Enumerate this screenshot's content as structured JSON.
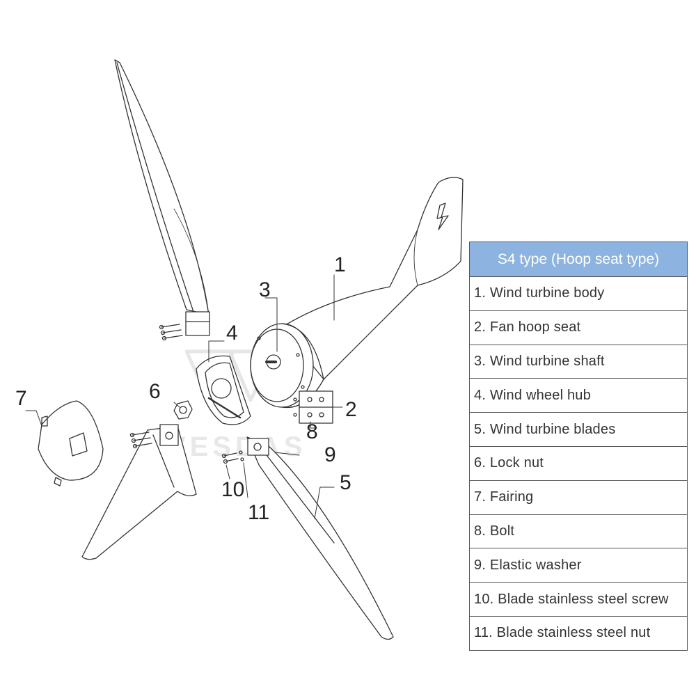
{
  "diagram": {
    "watermark_text": "VESDAS",
    "callouts": [
      "1",
      "2",
      "3",
      "4",
      "5",
      "6",
      "7",
      "8",
      "9",
      "10",
      "11"
    ]
  },
  "legend": {
    "title": "S4 type (Hoop seat type)",
    "header_color": "#8db3e0",
    "items": [
      "1. Wind turbine body",
      "2. Fan hoop seat",
      "3. Wind turbine shaft",
      "4. Wind wheel hub",
      "5. Wind turbine blades",
      "6. Lock nut",
      "7. Fairing",
      "8. Bolt",
      "9. Elastic washer",
      "10. Blade stainless steel screw",
      "11. Blade stainless steel nut"
    ]
  }
}
